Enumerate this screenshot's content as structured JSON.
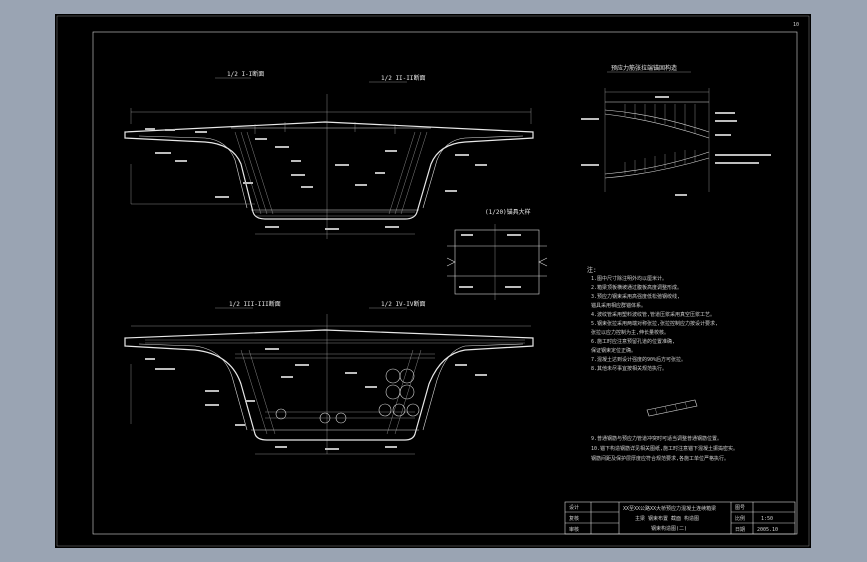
{
  "sheet": {
    "page_number": "10",
    "section_titles": [
      "1/2 I-I断面",
      "1/2 II-II断面",
      "1/2 III-III断面",
      "1/2 IV-IV断面"
    ],
    "detail_title": "预应力筋张拉端锚固构造",
    "small_detail_title": "(1/20)锚具大样",
    "notes_header": "注:",
    "notes_lines": [
      "1.图中尺寸除注明外均以厘米计。",
      "2.箱梁顶板横坡通过腹板高度调整形成。",
      "3.预应力钢束采用高强度低松弛钢绞线,",
      "  锚具采用相应群锚体系。",
      "4.波纹管采用塑料波纹管,管道压浆采用真空压浆工艺。",
      "5.钢束张拉采用两端对称张拉,张拉控制应力按设计要求,",
      "  张拉以应力控制为主,伸长量校核。",
      "6.施工时应注意预留孔道的位置准确,",
      "  保证钢束定位正确。",
      "7.混凝土达到设计强度的90%后方可张拉。",
      "8.其他未尽事宜按相关规范执行。",
      "",
      "9.普通钢筋与预应力管道冲突时可适当调整普通钢筋位置。",
      "10.锚下构造钢筋详见相关图纸,施工时注意锚下混凝土振捣密实。",
      "  钢筋间距及保护层厚度应符合规范要求,各施工单位严格执行。"
    ],
    "title_block": {
      "left_labels": [
        "设计",
        "复核",
        "审核"
      ],
      "title_lines": [
        "XX至XX公路XX大桥预应力混凝土连续箱梁",
        "主梁 钢束布置 截面 构造图",
        "钢束构造图(二)"
      ],
      "right_labels": [
        "图号",
        "比例",
        "日期"
      ],
      "right_values": [
        "",
        "1:50",
        "2005.10"
      ]
    }
  }
}
